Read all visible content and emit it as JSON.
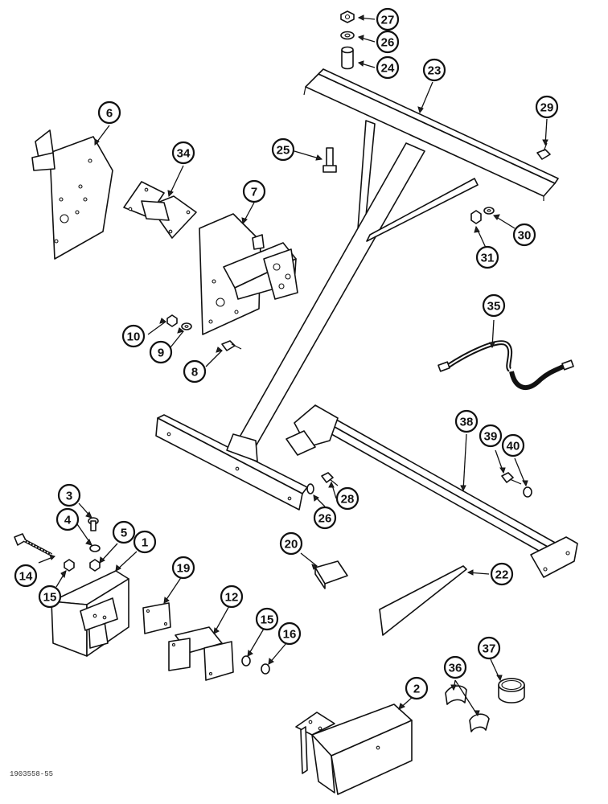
{
  "figure_code": "1903558-55",
  "callouts": [
    {
      "id": "c27",
      "label": "27"
    },
    {
      "id": "c26a",
      "label": "26"
    },
    {
      "id": "c24",
      "label": "24"
    },
    {
      "id": "c23",
      "label": "23"
    },
    {
      "id": "c29",
      "label": "29"
    },
    {
      "id": "c6",
      "label": "6"
    },
    {
      "id": "c34",
      "label": "34"
    },
    {
      "id": "c25",
      "label": "25"
    },
    {
      "id": "c7",
      "label": "7"
    },
    {
      "id": "c30",
      "label": "30"
    },
    {
      "id": "c31",
      "label": "31"
    },
    {
      "id": "c35",
      "label": "35"
    },
    {
      "id": "c10",
      "label": "10"
    },
    {
      "id": "c9",
      "label": "9"
    },
    {
      "id": "c8",
      "label": "8"
    },
    {
      "id": "c38",
      "label": "38"
    },
    {
      "id": "c39",
      "label": "39"
    },
    {
      "id": "c40",
      "label": "40"
    },
    {
      "id": "c3",
      "label": "3"
    },
    {
      "id": "c4",
      "label": "4"
    },
    {
      "id": "c5",
      "label": "5"
    },
    {
      "id": "c1",
      "label": "1"
    },
    {
      "id": "c14",
      "label": "14"
    },
    {
      "id": "c15a",
      "label": "15"
    },
    {
      "id": "c28",
      "label": "28"
    },
    {
      "id": "c26b",
      "label": "26"
    },
    {
      "id": "c20",
      "label": "20"
    },
    {
      "id": "c22",
      "label": "22"
    },
    {
      "id": "c19",
      "label": "19"
    },
    {
      "id": "c12",
      "label": "12"
    },
    {
      "id": "c15b",
      "label": "15"
    },
    {
      "id": "c16",
      "label": "16"
    },
    {
      "id": "c37",
      "label": "37"
    },
    {
      "id": "c36",
      "label": "36"
    },
    {
      "id": "c2",
      "label": "2"
    }
  ]
}
